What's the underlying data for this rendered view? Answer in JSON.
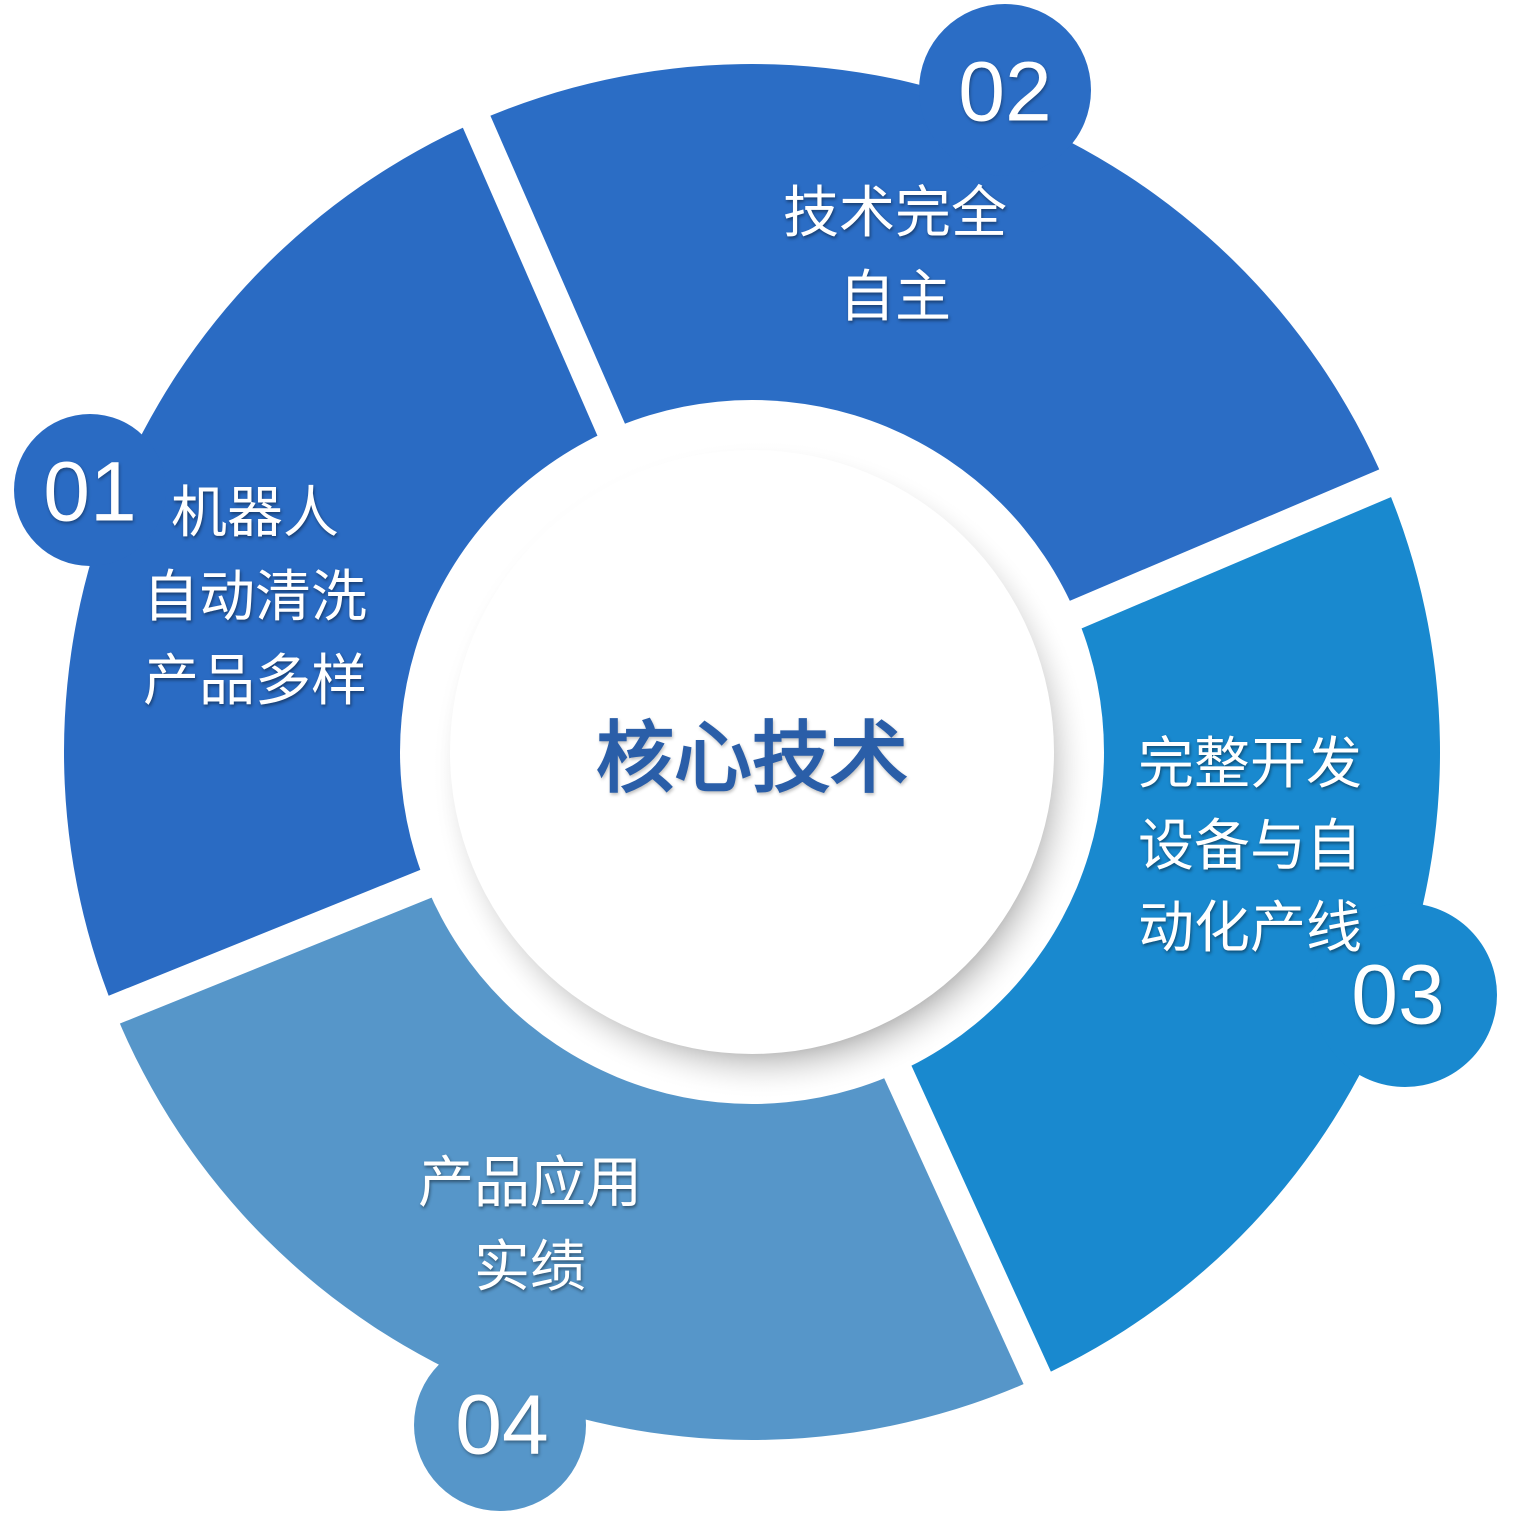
{
  "center_title": "核心技术",
  "segments": [
    {
      "number": "01",
      "lines": [
        "机器人",
        "自动清洗",
        "产品多样"
      ],
      "color": "#2a6bc3"
    },
    {
      "number": "02",
      "lines": [
        "技术完全",
        "自主"
      ],
      "color": "#2b6dc5"
    },
    {
      "number": "03",
      "lines": [
        "完整开发",
        "设备与自",
        "动化产线"
      ],
      "color": "#1989cf"
    },
    {
      "number": "04",
      "lines": [
        "产品应用",
        "实绩"
      ],
      "color": "#5696c9"
    }
  ]
}
